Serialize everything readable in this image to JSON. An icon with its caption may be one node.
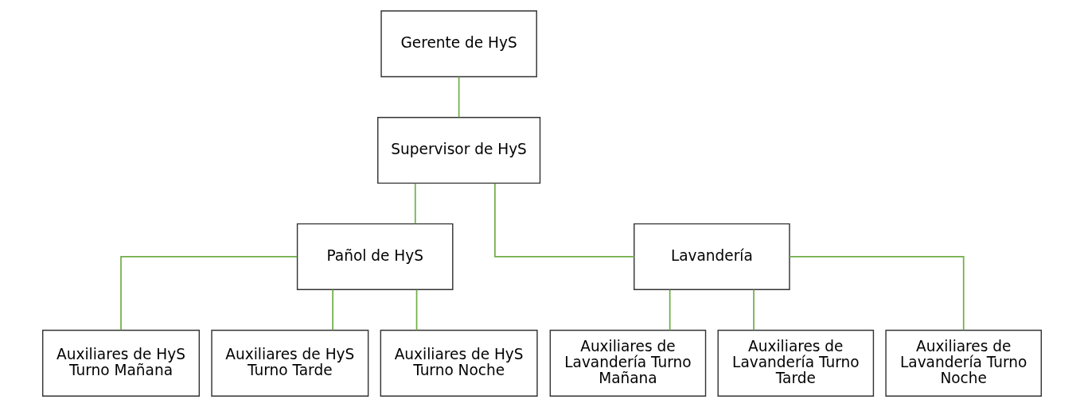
{
  "diagram": {
    "nodes": [
      {
        "text": [
          "Gerente de HyS"
        ]
      },
      {
        "text": [
          "Supervisor de HyS"
        ]
      },
      {
        "text": [
          "Pañol de HyS"
        ]
      },
      {
        "text": [
          "Lavandería"
        ]
      },
      {
        "text": [
          "Auxiliares de HyS Turno Mañana"
        ]
      },
      {
        "text": [
          "Auxiliares de HyS Turno Tarde"
        ]
      },
      {
        "text": [
          "Auxiliares de HyS Turno Noche"
        ]
      },
      {
        "text": [
          "Auxiliares de Lavandería Turno Mañana"
        ]
      },
      {
        "text": [
          "Auxiliares de Lavandería Turno Tarde"
        ]
      },
      {
        "text": [
          "Auxiliares de Lavandería Turno Noche"
        ]
      }
    ],
    "edges": [
      {
        "from": 0,
        "to": 1,
        "arrow": "none"
      },
      {
        "from": 1,
        "to": 2,
        "arrow": "none"
      },
      {
        "from": 1,
        "to": 3,
        "arrow": "none"
      },
      {
        "from": 2,
        "to": 4,
        "arrow": "none"
      },
      {
        "from": 2,
        "to": 5,
        "arrow": "none"
      },
      {
        "from": 2,
        "to": 6,
        "arrow": "none"
      },
      {
        "from": 3,
        "to": 7,
        "arrow": "none"
      },
      {
        "from": 3,
        "to": 8,
        "arrow": "none"
      },
      {
        "from": 3,
        "to": 9,
        "arrow": "none"
      }
    ]
  }
}
